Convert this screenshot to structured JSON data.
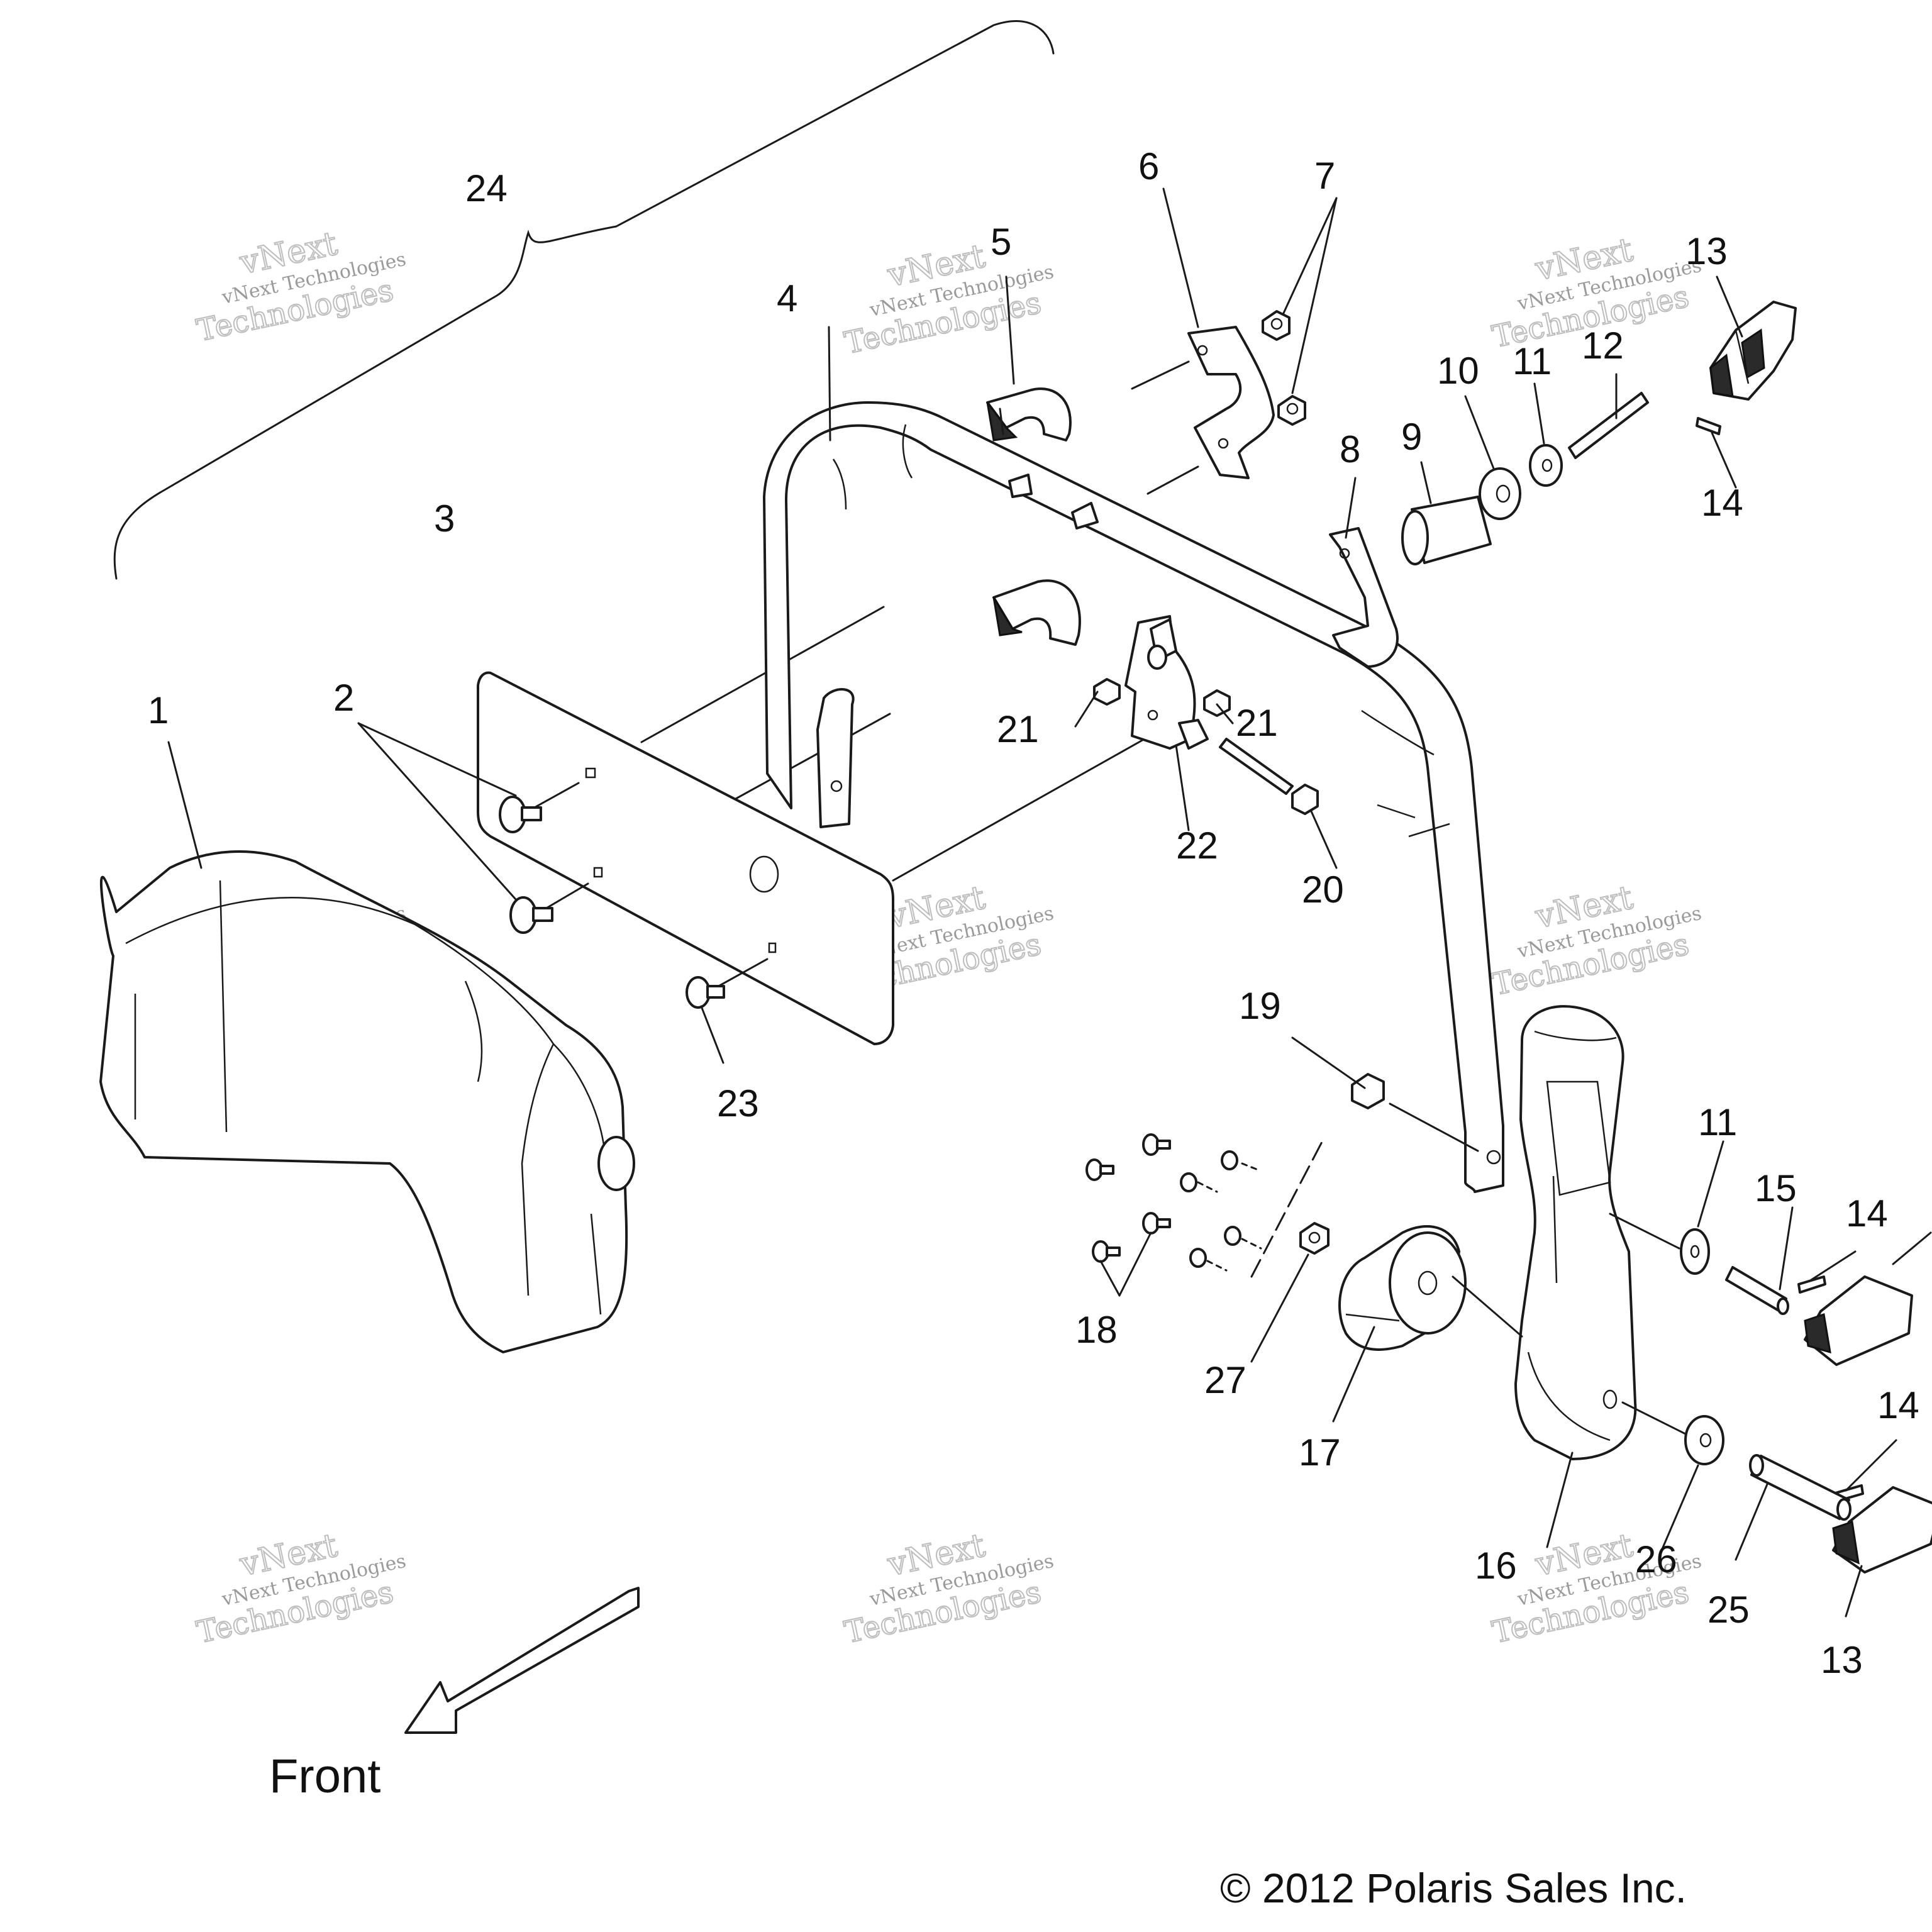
{
  "callouts": {
    "c1": "1",
    "c2": "2",
    "c3": "3",
    "c4": "4",
    "c5": "5",
    "c6": "6",
    "c7": "7",
    "c8": "8",
    "c9": "9",
    "c10": "10",
    "c11a": "11",
    "c11b": "11",
    "c12": "12",
    "c13a": "13",
    "c13b": "13",
    "c14a": "14",
    "c14b": "14",
    "c14c": "14",
    "c15": "15",
    "c16": "16",
    "c17": "17",
    "c18": "18",
    "c19": "19",
    "c20": "20",
    "c21a": "21",
    "c21b": "21",
    "c22": "22",
    "c23": "23",
    "c24": "24",
    "c25": "25",
    "c26": "26",
    "c27": "27"
  },
  "direction_label": "Front",
  "copyright": "© 2012 Polaris Sales Inc.",
  "watermark": {
    "line1": "vNext",
    "line2": "vNext Technologies",
    "line3": "Technologies"
  }
}
